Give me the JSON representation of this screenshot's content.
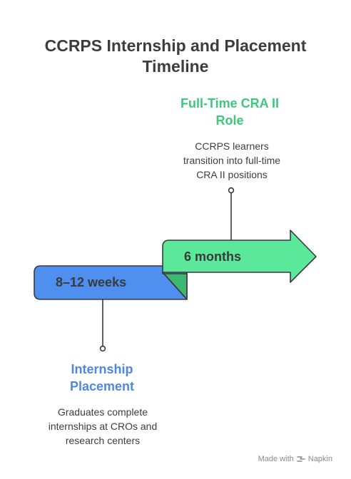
{
  "title": "CCRPS Internship and Placement Timeline",
  "colors": {
    "green_fill": "#5ce89a",
    "green_dark": "#3db873",
    "blue_fill": "#4f8ff0",
    "blue_dark": "#3b71c6",
    "green_text": "#3ec87e",
    "blue_text": "#4f88de"
  },
  "stages": [
    {
      "duration": "8–12 weeks",
      "heading": "Internship Placement",
      "description": "Graduates complete internships at CROs and research centers"
    },
    {
      "duration": "6 months",
      "heading": "Full-Time CRA II Role",
      "description": "CCRPS learners transition into full-time CRA II positions"
    }
  ],
  "footer": {
    "made_with": "Made with",
    "brand": "Napkin",
    "icon": "napkin-logo-icon"
  }
}
